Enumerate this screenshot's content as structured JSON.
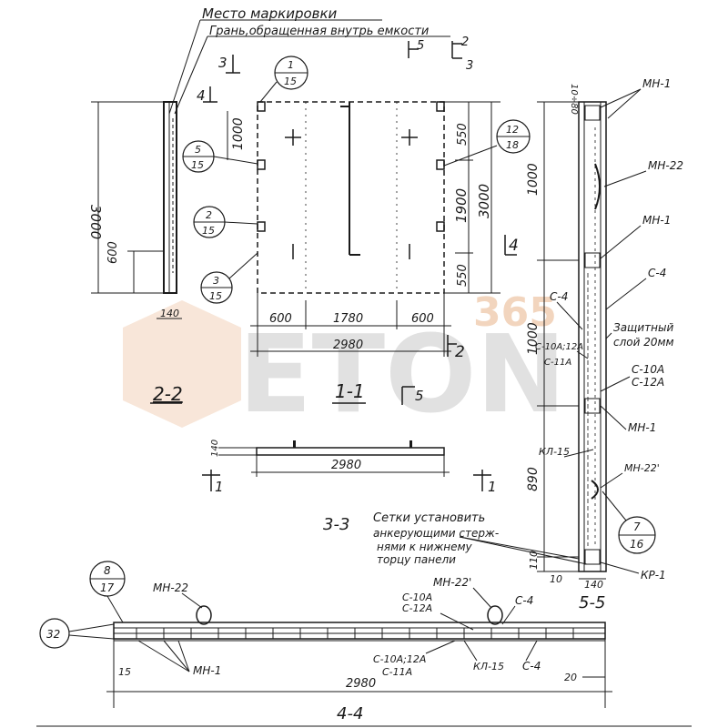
{
  "labels": {
    "mesto": "Место  маркировки",
    "gran": "Грань,обращенная внутрь емкости",
    "sec22": "2-2",
    "sec11": "1-1",
    "sec33": "3-3",
    "sec44": "4-4",
    "sec55": "5-5",
    "setki1": "Сетки установить",
    "setki2": "анкерующими стерж-",
    "setki3": "нями к нижнему",
    "setki4": "торцу панели",
    "zash1": "Защитный",
    "zash2": "слой 20мм"
  },
  "dims": {
    "d3000a": "3000",
    "d600a": "600",
    "d140a": "140",
    "d1000a": "1000",
    "d550a": "550",
    "d1900": "1900",
    "d3000b": "3000",
    "d550b": "550",
    "d600b": "600",
    "d1780": "1780",
    "d600c": "600",
    "d2980a": "2980",
    "d140b": "140",
    "d2980b": "2980",
    "d1080": "10÷80",
    "d1000b": "1000",
    "d1000c": "1000",
    "d890": "890",
    "d110": "110",
    "d10": "10",
    "d140c": "140",
    "d15": "15",
    "d2980c": "2980",
    "d20": "20"
  },
  "cuts": {
    "c3": "3",
    "c4": "4",
    "c5a": "5",
    "c2a": "2",
    "c3b": "3",
    "c4b": "4",
    "c2b": "2",
    "c5b": "5",
    "c1a": "1",
    "c1b": "1"
  },
  "callouts": {
    "n1": "1",
    "d1": "15",
    "n5": "5",
    "d5": "15",
    "n2": "2",
    "d2": "15",
    "n3": "3",
    "d3": "15",
    "n12": "12",
    "d12": "18",
    "n7": "7",
    "d7": "16",
    "n8": "8",
    "d8": "17",
    "n32": "32"
  },
  "marks": {
    "mn1a": "МН-1",
    "mn22a": "МН-22",
    "mn1b": "МН-1",
    "c4a": "С-4",
    "c4b": "С-4",
    "c10a12a": "С-10А;12А",
    "c11a": "С-11А",
    "c10a": "С-10А",
    "c12a": "С-12А",
    "mn1c": "МН-1",
    "kl15a": "КЛ-15",
    "mn22b": "МН-22'",
    "kr1": "КР-1",
    "mn22c": "МН-22",
    "mn22d": "МН-22'",
    "c10ab": "С-10А",
    "c12ab": "С-12А",
    "c4c": "С-4",
    "c10a12ab": "С-10А;12А",
    "c11ab": "С-11А",
    "kl15b": "КЛ-15",
    "c4d": "С-4",
    "mn1d": "МН-1"
  },
  "watermark": {
    "brand": "ETON",
    "num": "365"
  }
}
